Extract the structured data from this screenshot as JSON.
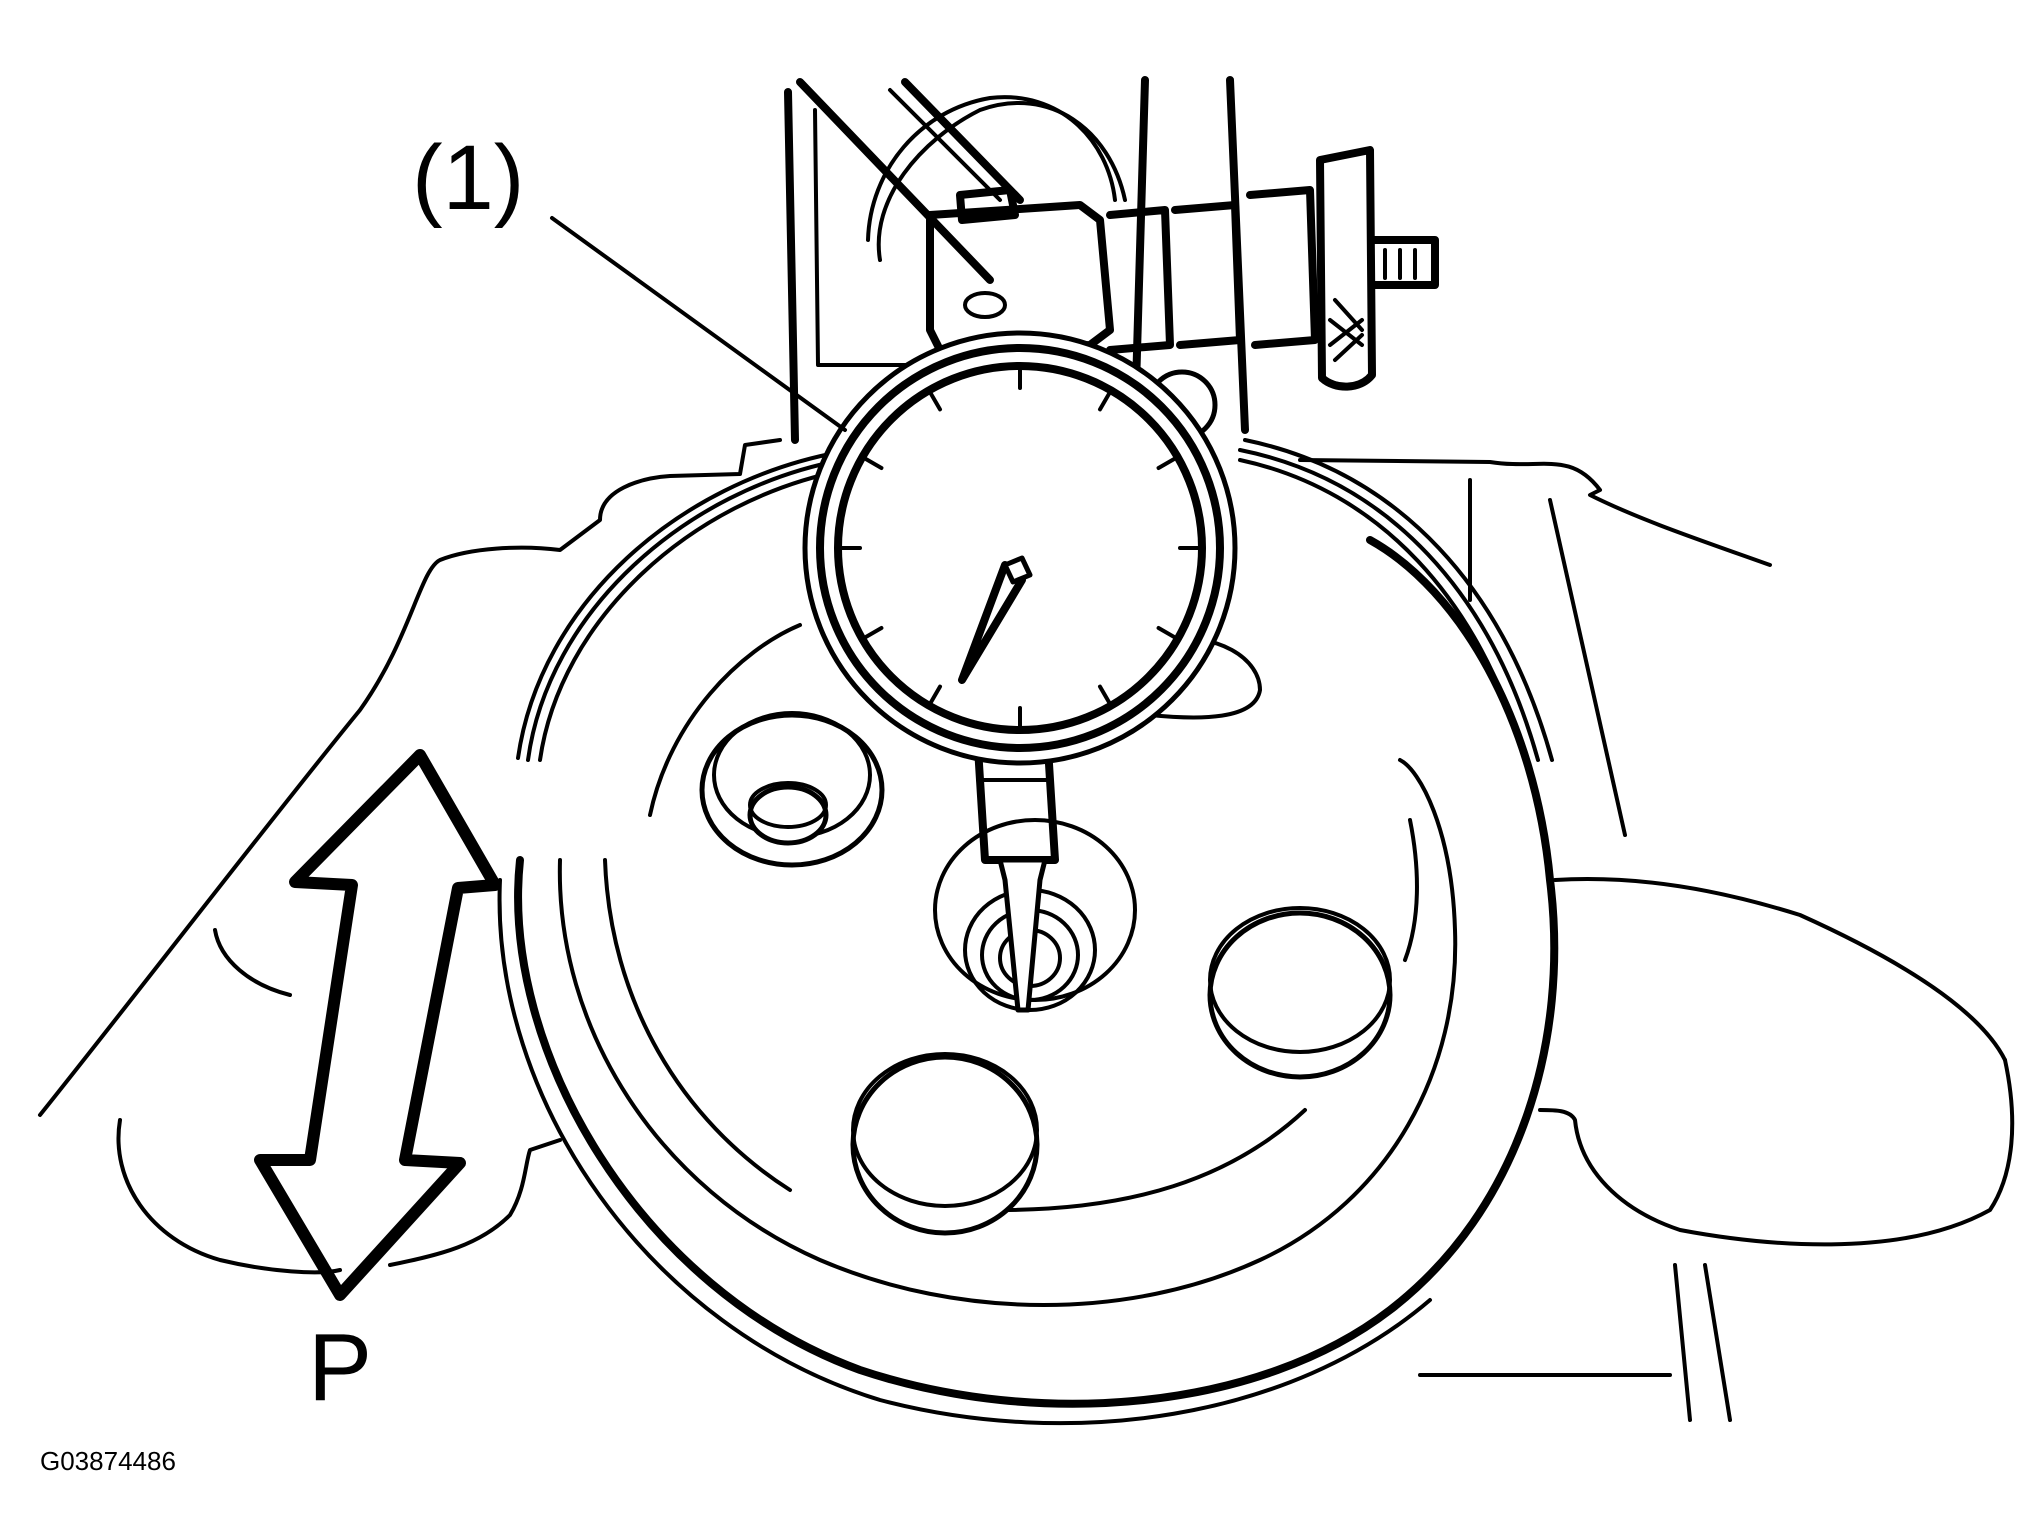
{
  "figure": {
    "callout_label": "(1)",
    "arrow_label": "P",
    "figure_code": "G03874486"
  },
  "colors": {
    "ink": "#000000",
    "background": "#ffffff"
  },
  "icons": {
    "dial_gauge": "dial-indicator-icon",
    "motion_arrow": "double-arrow-vertical-icon"
  }
}
